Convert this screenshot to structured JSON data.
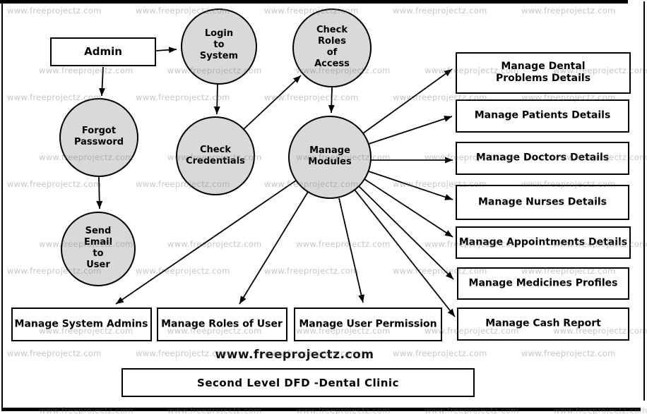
{
  "diagram": {
    "watermark_text": "www.freeprojectz.com",
    "site_title": "www.freeprojectz.com",
    "caption": "Second Level DFD -Dental Clinic"
  },
  "entities": {
    "admin": "Admin"
  },
  "processes": {
    "login": "Login\nto\nSystem",
    "check_roles": "Check\nRoles\nof\nAccess",
    "forgot_password": "Forgot\nPassword",
    "check_credentials": "Check\nCredentials",
    "manage_modules": "Manage\nModules",
    "send_email": "Send\nEmail\nto\nUser"
  },
  "modules_right": {
    "dental": "Manage Dental\nProblems Details",
    "patients": "Manage Patients Details",
    "doctors": "Manage Doctors Details",
    "nurses": "Manage Nurses Details",
    "appointments": "Manage Appointments Details",
    "medicines": "Manage Medicines Profiles",
    "cash": "Manage Cash Report"
  },
  "modules_bottom": {
    "system_admins": "Manage System Admins",
    "roles_of_user": "Manage Roles of User",
    "user_permission": "Manage User Permission"
  },
  "colors": {
    "process_fill": "#d9d9d9",
    "stroke": "#000000",
    "watermark": "#c9c9c9"
  }
}
